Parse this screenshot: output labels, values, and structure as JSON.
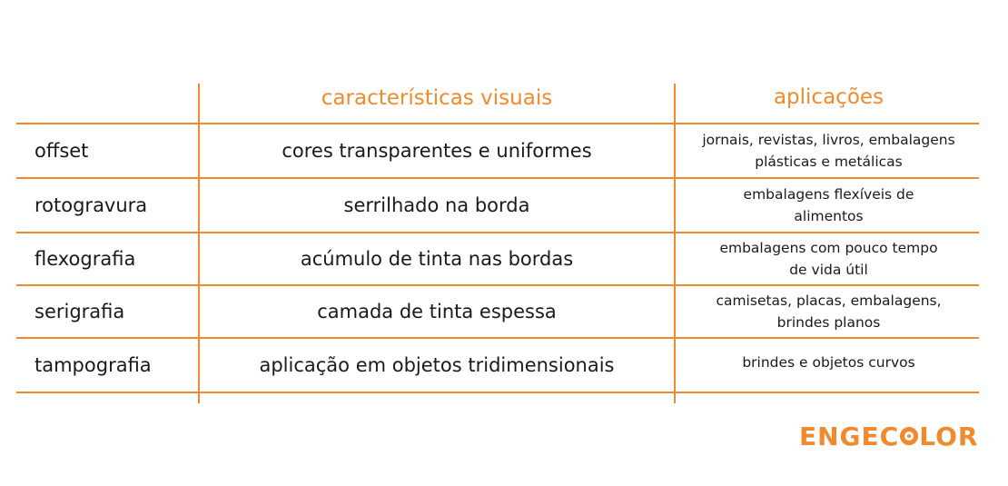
{
  "header": {
    "col2": "características visuais",
    "col3": "aplicações"
  },
  "rows": [
    {
      "process": "offset",
      "visual": "cores transparentes e uniformes",
      "app_line1": "jornais, revistas, livros, embalagens",
      "app_line2": "plásticas e metálicas"
    },
    {
      "process": "rotogravura",
      "visual": "serrilhado na borda",
      "app_line1": "embalagens flexíveis de",
      "app_line2": "alimentos"
    },
    {
      "process": "flexografia",
      "visual": "acúmulo de tinta nas bordas",
      "app_line1": "embalagens com pouco tempo",
      "app_line2": "de vida útil"
    },
    {
      "process": "serigrafia",
      "visual": "camada de tinta espessa",
      "app_line1": "camisetas, placas, embalagens,",
      "app_line2": "brindes planos"
    },
    {
      "process": "tampografia",
      "visual": "aplicação em objetos tridimensionais",
      "app_line1": "brindes e objetos curvos",
      "app_line2": ""
    }
  ],
  "logo": {
    "part1": "ENGEC",
    "part2": "LOR"
  },
  "colors": {
    "accent": "#f08a2c",
    "text": "#1a1a1a"
  }
}
